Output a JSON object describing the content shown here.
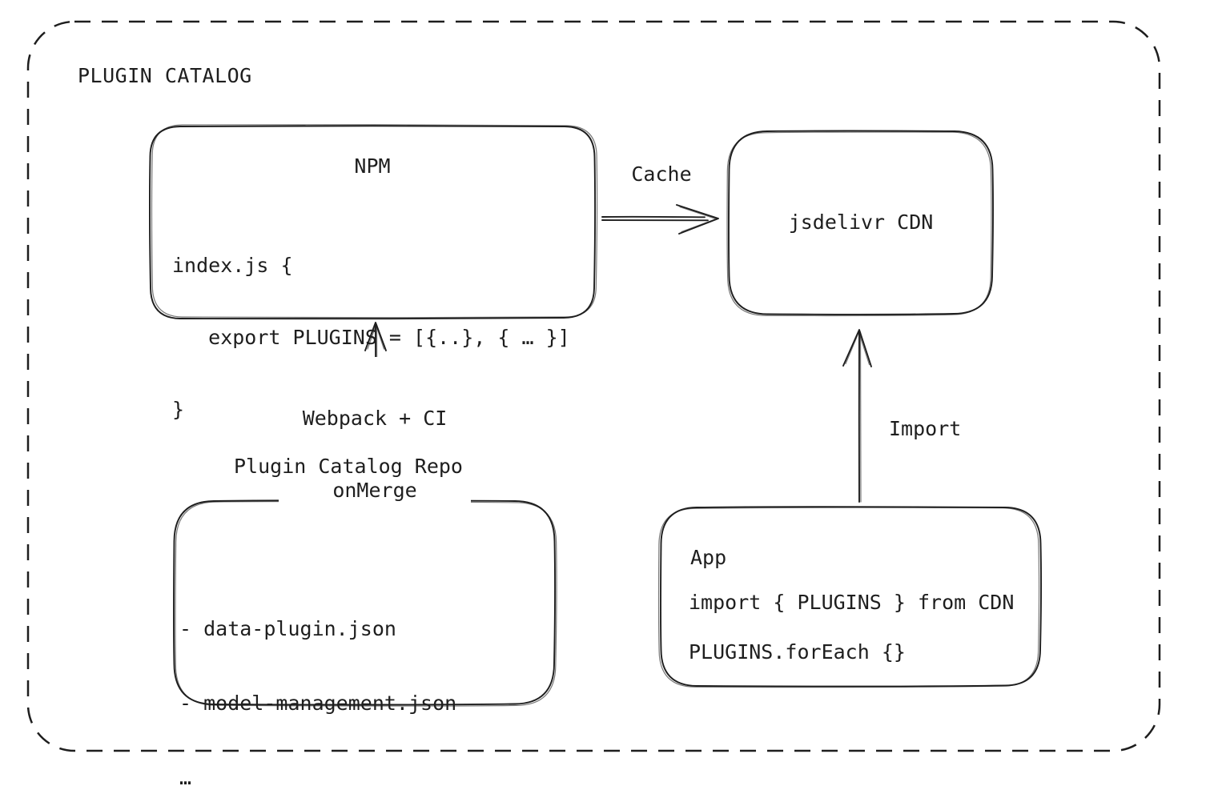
{
  "frame": {
    "title": "PLUGIN CATALOG"
  },
  "nodes": {
    "npm": {
      "title": "NPM",
      "code": [
        "index.js {",
        "   export PLUGINS = [{..}, { … }]",
        "}"
      ]
    },
    "cdn": {
      "title": "jsdelivr CDN"
    },
    "repo": {
      "title": "Plugin Catalog Repo",
      "files": [
        "- data-plugin.json",
        "- model-management.json",
        "…"
      ]
    },
    "app": {
      "title": "App",
      "code": [
        "import { PLUGINS } from CDN",
        "PLUGINS.forEach {}"
      ]
    }
  },
  "edges": {
    "cache": {
      "from": "npm",
      "to": "cdn",
      "label": "Cache"
    },
    "build": {
      "from": "repo",
      "to": "npm",
      "label_line1": "Webpack + CI",
      "label_line2": "onMerge"
    },
    "import": {
      "from": "app",
      "to": "cdn",
      "label": "Import"
    }
  },
  "colors": {
    "stroke": "#1e1e1e",
    "background": "#ffffff"
  }
}
